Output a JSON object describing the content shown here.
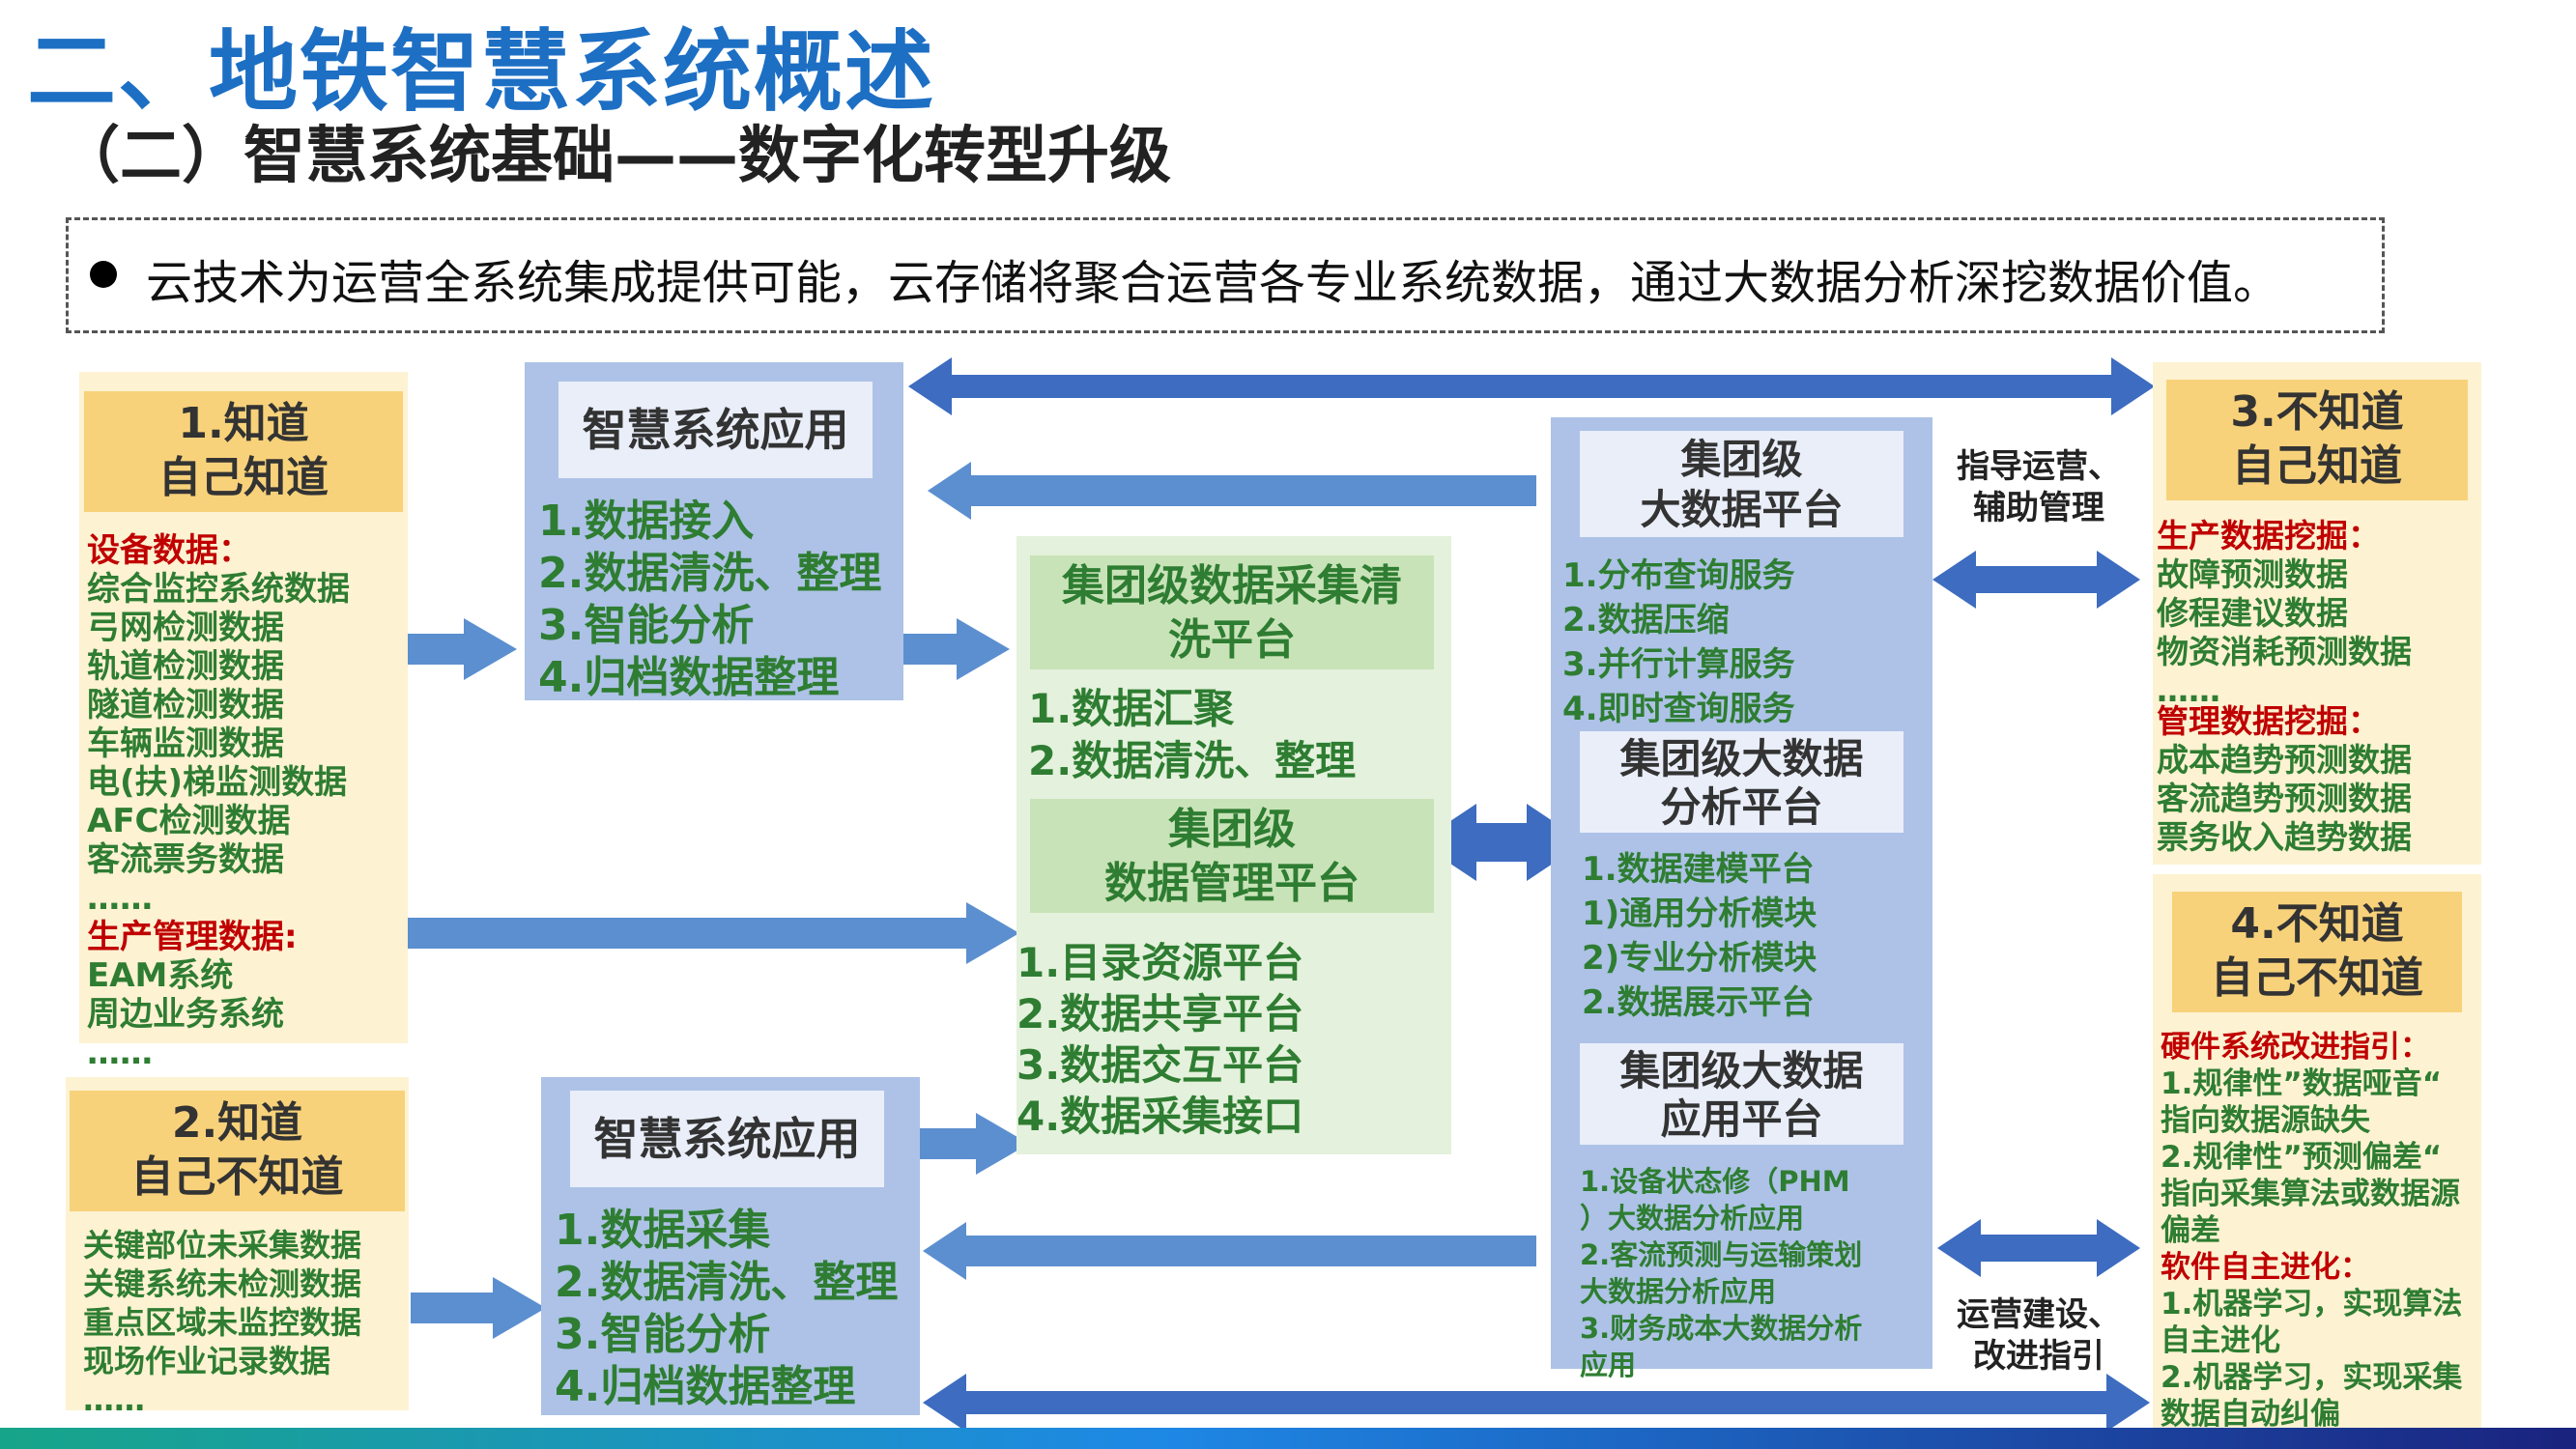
{
  "header": {
    "title": "二、地铁智慧系统概述",
    "subtitle": "（二）智慧系统基础——数字化转型升级"
  },
  "bullet": "云技术为运营全系统集成提供可能，云存储将聚合运营各专业系统数据，通过大数据分析深挖数据价值。",
  "left_top": {
    "heading": [
      "1.知道",
      "自己知道"
    ],
    "device_title": "设备数据：",
    "device_items": [
      "综合监控系统数据",
      "弓网检测数据",
      "轨道检测数据",
      "隧道检测数据",
      "车辆监测数据",
      "电(扶)梯监测数据",
      "AFC检测数据",
      "客流票务数据",
      "……"
    ],
    "prod_title": "生产管理数据:",
    "prod_items": [
      "EAM系统",
      "周边业务系统",
      "……"
    ]
  },
  "left_bottom": {
    "heading": [
      "2.知道",
      "自己不知道"
    ],
    "items": [
      "关键部位未采集数据",
      "关键系统未检测数据",
      "重点区域未监控数据",
      "现场作业记录数据",
      "……"
    ]
  },
  "app_top": {
    "heading": "智慧系统应用",
    "items": [
      "1.数据接入",
      "2.数据清洗、整理",
      "3.智能分析",
      "4.归档数据整理"
    ]
  },
  "app_bottom": {
    "heading": "智慧系统应用",
    "items": [
      "1.数据采集",
      "2.数据清洗、整理",
      "3.智能分析",
      "4.归档数据整理"
    ]
  },
  "center": {
    "clean_heading": [
      "集团级数据采集清",
      "洗平台"
    ],
    "clean_items": [
      "1.数据汇聚",
      "2.数据清洗、整理"
    ],
    "mgmt_heading": [
      "集团级",
      "数据管理平台"
    ],
    "mgmt_items": [
      "1.目录资源平台",
      "2.数据共享平台",
      "3.数据交互平台",
      "4.数据采集接口"
    ]
  },
  "bigdata": {
    "h1": [
      "集团级",
      "大数据平台"
    ],
    "i1": [
      "1.分布查询服务",
      "2.数据压缩",
      "3.并行计算服务",
      "4.即时查询服务"
    ],
    "h2": [
      "集团级大数据",
      "分析平台"
    ],
    "i2": [
      "1.数据建模平台",
      "1)通用分析模块",
      "2)专业分析模块",
      "2.数据展示平台"
    ],
    "h3": [
      "集团级大数据",
      "应用平台"
    ],
    "i3": [
      "1.设备状态修（PHM",
      "）大数据分析应用",
      "2.客流预测与运输策划",
      "大数据分析应用",
      "3.财务成本大数据分析",
      "应用"
    ]
  },
  "arrow_labels": {
    "top": [
      "指导运营、",
      "辅助管理"
    ],
    "bottom": [
      "运营建设、",
      "改进指引"
    ]
  },
  "right_top": {
    "heading": [
      "3.不知道",
      "自己知道"
    ],
    "cat1": "生产数据挖掘：",
    "items1": [
      "故障预测数据",
      "修程建议数据",
      "物资消耗预测数据",
      "……"
    ],
    "cat2": "管理数据挖掘：",
    "items2": [
      "成本趋势预测数据",
      "客流趋势预测数据",
      "票务收入趋势数据"
    ]
  },
  "right_bottom": {
    "heading": [
      "4.不知道",
      "自己不知道"
    ],
    "cat1": "硬件系统改进指引：",
    "items1": [
      "1.规律性”数据哑音“",
      "指向数据源缺失",
      "2.规律性”预测偏差“",
      "指向采集算法或数据源",
      "偏差"
    ],
    "cat2": "软件自主进化：",
    "items2": [
      "1.机器学习，实现算法",
      "自主进化",
      "2.机器学习，实现采集",
      "数据自动纠偏"
    ]
  },
  "colors": {
    "title_blue": "#1d6fc4",
    "arrow_blue": "#4f86c6",
    "arrow_dark": "#2f5fb3",
    "cream": "#fdf2d2",
    "gold": "#f8d27a",
    "green_text": "#2e7d32",
    "red_text": "#c00000",
    "blue_panel": "#adc2e6",
    "green_panel": "#e4f1dc"
  }
}
